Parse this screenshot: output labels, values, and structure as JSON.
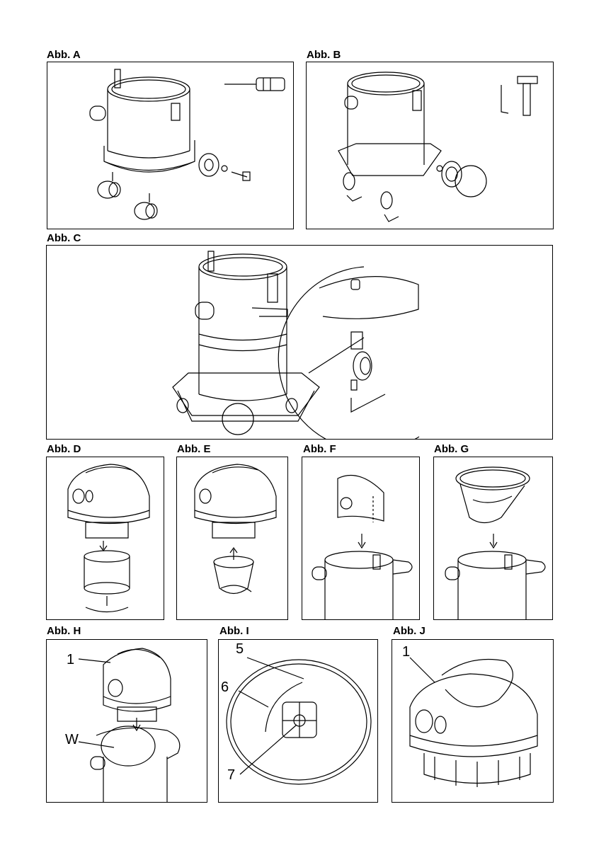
{
  "figures": {
    "a": {
      "label": "Abb. A"
    },
    "b": {
      "label": "Abb. B"
    },
    "c": {
      "label": "Abb. C"
    },
    "d": {
      "label": "Abb. D"
    },
    "e": {
      "label": "Abb. E"
    },
    "f": {
      "label": "Abb. F"
    },
    "g": {
      "label": "Abb. G"
    },
    "h": {
      "label": "Abb. H",
      "callouts": [
        "1",
        "W"
      ]
    },
    "i": {
      "label": "Abb. I",
      "callouts": [
        "5",
        "6",
        "7"
      ]
    },
    "j": {
      "label": "Abb. J",
      "callouts": [
        "1"
      ]
    }
  }
}
